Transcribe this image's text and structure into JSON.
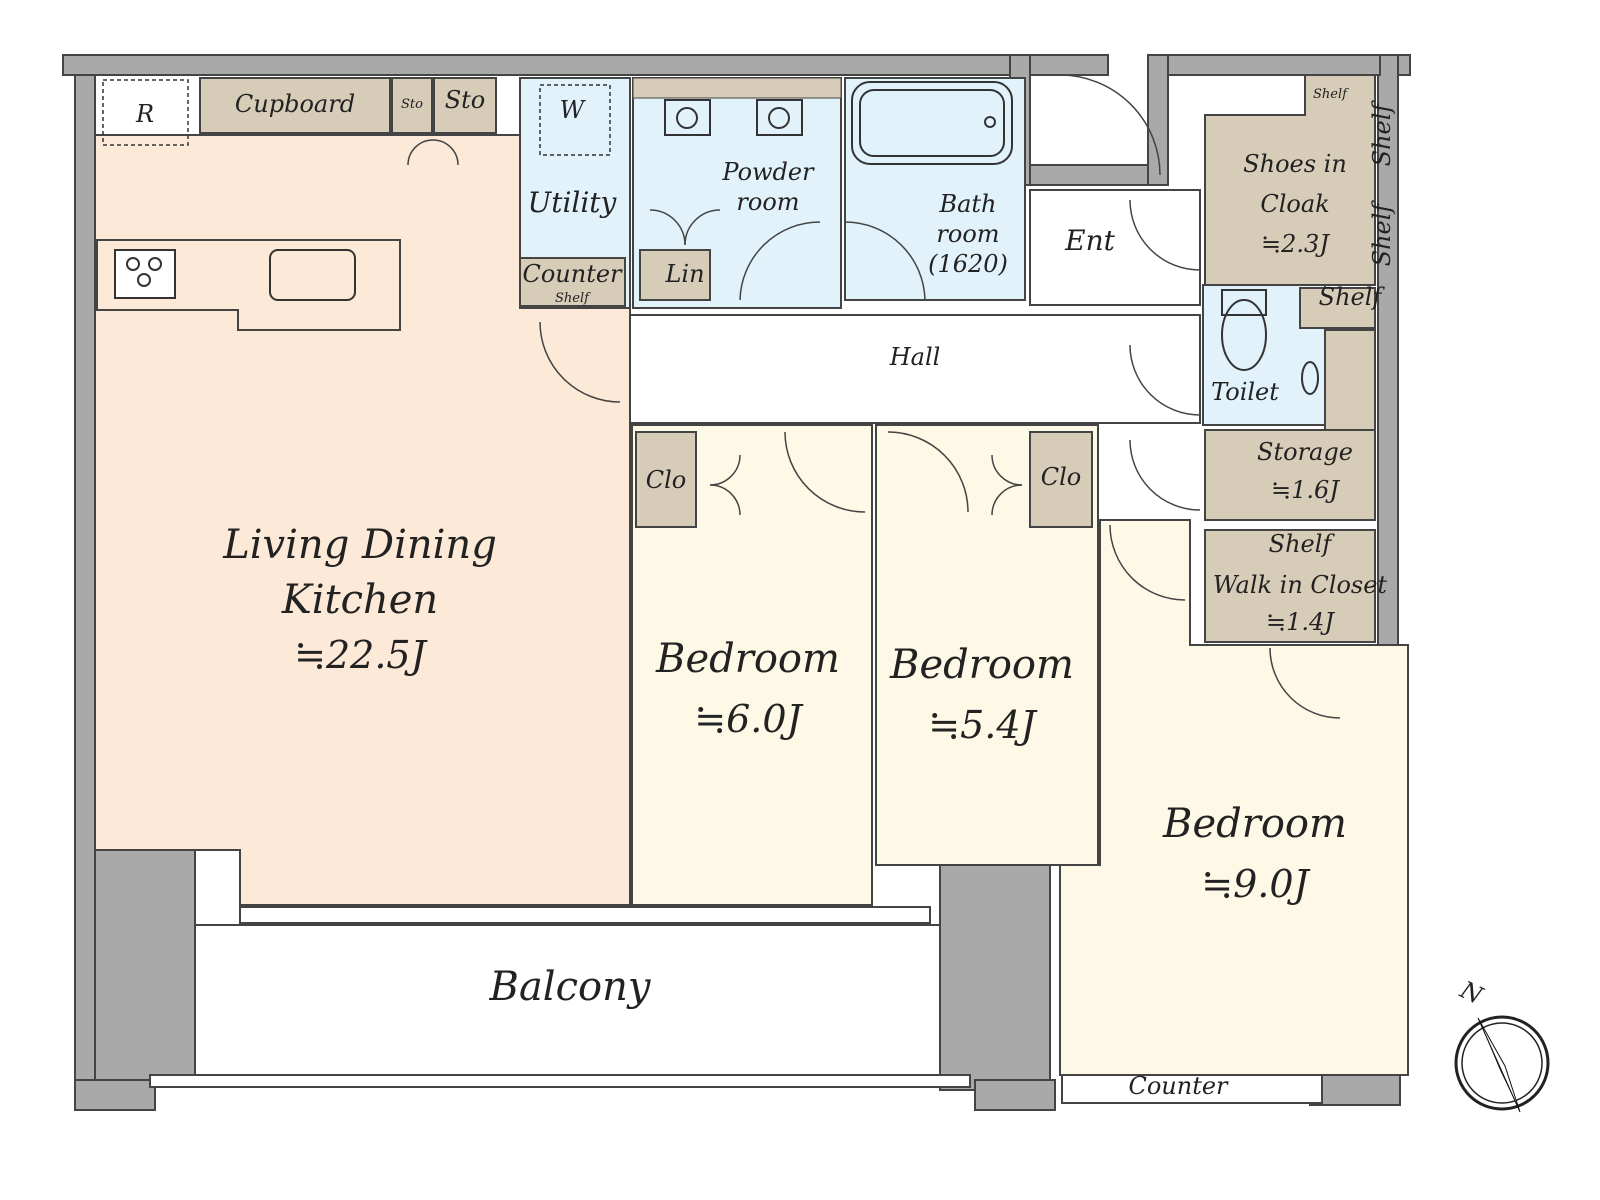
{
  "floorplan": {
    "rooms": {
      "ldk": {
        "name_line1": "Living Dining",
        "name_line2": "Kitchen",
        "area": "≒22.5J"
      },
      "bedroom1": {
        "name": "Bedroom",
        "area": "≒6.0J"
      },
      "bedroom2": {
        "name": "Bedroom",
        "area": "≒5.4J"
      },
      "bedroom3": {
        "name": "Bedroom",
        "area": "≒9.0J"
      },
      "balcony": {
        "name": "Balcony"
      },
      "hall": {
        "name": "Hall"
      },
      "entrance": {
        "name": "Ent"
      },
      "utility": {
        "name": "Utility"
      },
      "washer": {
        "name": "W"
      },
      "counter_utility": {
        "name": "Counter",
        "shelf": "Shelf"
      },
      "powder_room": {
        "name_line1": "Powder",
        "name_line2": "room"
      },
      "linen": {
        "name": "Lin"
      },
      "bathroom": {
        "name_line1": "Bath",
        "name_line2": "room",
        "size": "(1620)"
      },
      "shoes_cloak": {
        "name_line1": "Shoes in",
        "name_line2": "Cloak",
        "area": "≒2.3J"
      },
      "toilet": {
        "name": "Toilet"
      },
      "storage": {
        "name": "Storage",
        "area": "≒1.6J"
      },
      "walk_in_closet": {
        "name": "Walk in Closet",
        "area": "≒1.4J",
        "shelf": "Shelf"
      },
      "closet1": {
        "name": "Clo"
      },
      "closet2": {
        "name": "Clo"
      },
      "refrigerator": {
        "name": "R"
      },
      "cupboard": {
        "name": "Cupboard"
      },
      "storage_small_1": {
        "name": "Sto"
      },
      "storage_small_2": {
        "name": "Sto"
      },
      "counter_bedroom": {
        "name": "Counter"
      }
    },
    "shelves": {
      "shelf_top": "Shelf",
      "shelf_side_1": "Shelf",
      "shelf_side_2": "Shelf",
      "shelf_toilet": "Shelf"
    },
    "compass": {
      "label": "N"
    }
  },
  "colors": {
    "ldk_floor": "#fce9d7",
    "bedroom_floor": "#fdf9e6",
    "wet_area": "#e1f2fb",
    "storage_fill": "#d7ccb8",
    "wall": "#a9a9a9",
    "white": "#ffffff"
  }
}
